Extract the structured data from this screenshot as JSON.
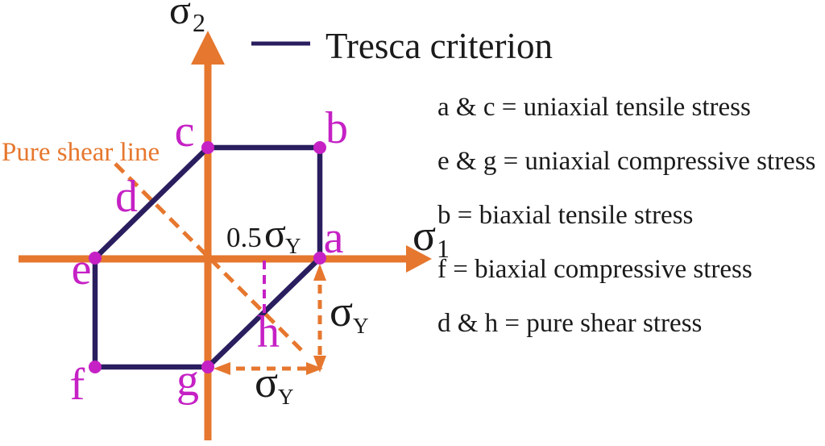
{
  "diagram": {
    "colors": {
      "orange": "#E6772E",
      "navy": "#2A1E5F",
      "magenta": "#C521C5",
      "ink": "#1A1A1A",
      "bg": "#FFFFFF"
    },
    "legend": {
      "label": "Tresca criterion"
    },
    "axes": {
      "horizontal": {
        "symbol": "σ",
        "subscript": "1"
      },
      "vertical": {
        "symbol": "σ",
        "subscript": "2"
      }
    },
    "pure_shear_label": "Pure shear line",
    "vertex_labels": {
      "a": "a",
      "b": "b",
      "c": "c",
      "d": "d",
      "e": "e",
      "f": "f",
      "g": "g",
      "h": "h"
    },
    "dimension_labels": {
      "half_yield": {
        "prefix": "0.5",
        "symbol": "σ",
        "subscript": "Y"
      },
      "yield_vertical": {
        "symbol": "σ",
        "subscript": "Y"
      },
      "yield_horizontal": {
        "symbol": "σ",
        "subscript": "Y"
      }
    },
    "notes": [
      "a & c = uniaxial tensile stress",
      "e & g = uniaxial compressive stress",
      "b = biaxial tensile stress",
      "f = biaxial compressive stress",
      "d & h = pure shear stress"
    ]
  }
}
